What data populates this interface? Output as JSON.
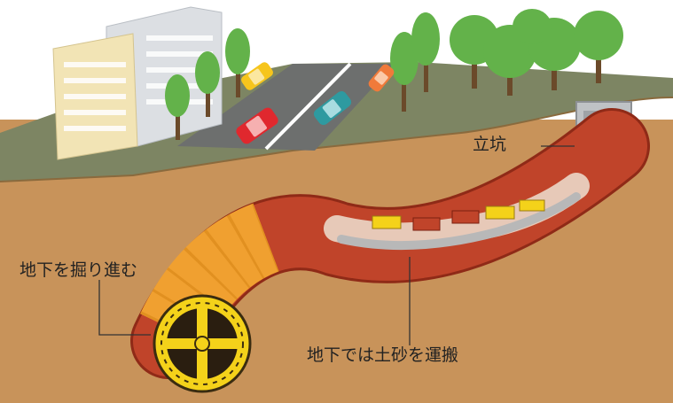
{
  "labels": {
    "vertical_shaft": "立坑",
    "digging_underground": "地下を掘り進む",
    "soil_transport": "地下では土砂を運搬"
  },
  "colors": {
    "sky": "#ffffff",
    "soil": "#c8935a",
    "ground_strip": "#7d8563",
    "road": "#6d6f6e",
    "tunnel_brick": "#c0442a",
    "tunnel_orange": "#f0a030",
    "cutter_ring": "#f4d21a",
    "tree": "#63b24a",
    "building_light": "#f2e4b5",
    "building_gray": "#dcdfe3"
  },
  "icons": [
    "building-icon",
    "tree-icon",
    "car-icon",
    "shaft-icon",
    "tunnel-icon",
    "cutter-head-icon",
    "soil-cart-icon"
  ]
}
